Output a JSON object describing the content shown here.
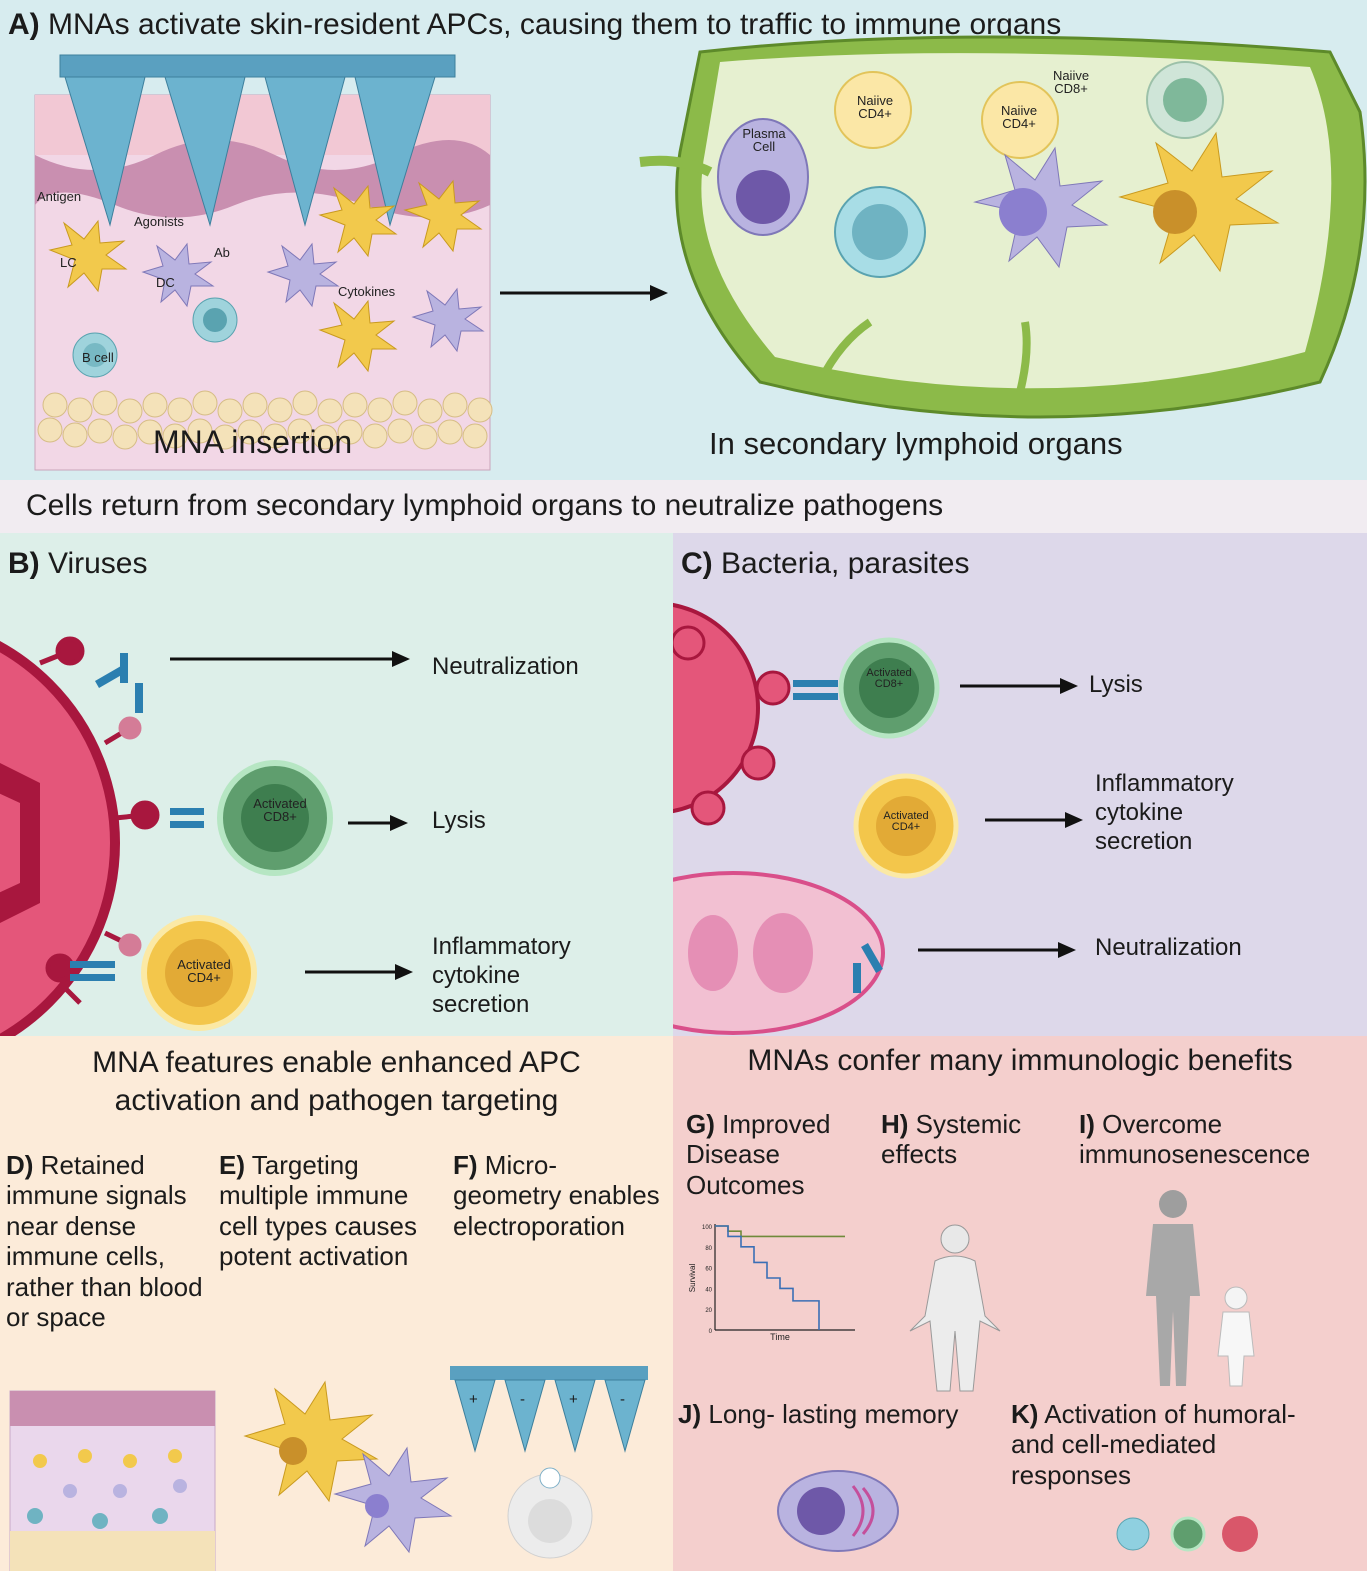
{
  "panel_a": {
    "letter": "A)",
    "title": "MNAs activate skin-resident APCs, causing them to traffic to immune organs",
    "left_caption": "MNA insertion",
    "right_caption": "In secondary lymphoid organs",
    "labels": {
      "antigen": "Antigen",
      "agonists": "Agonists",
      "ab": "Ab",
      "lc": "LC",
      "dc": "DC",
      "b_cell": "B cell",
      "cytokines": "Cytokines",
      "plasma_cell": "Plasma Cell",
      "naive_cd4_a": "Naiive CD4+",
      "naive_cd4_b": "Naiive CD4+",
      "naive_cd8": "Naiive CD8+"
    }
  },
  "return_banner": "Cells return from secondary lymphoid organs to neutralize pathogens",
  "panel_b": {
    "letter": "B)",
    "title": "Viruses",
    "outcomes": [
      "Neutralization",
      "Lysis",
      "Inflammatory cytokine secretion"
    ],
    "cells": {
      "cd8": "Activated CD8+",
      "cd4": "Activated CD4+"
    }
  },
  "panel_c": {
    "letter": "C)",
    "title": "Bacteria, parasites",
    "outcomes": [
      "Lysis",
      "Inflammatory cytokine secretion",
      "Neutralization"
    ],
    "cells": {
      "cd8": "Activated CD8+",
      "cd4": "Activated CD4+"
    }
  },
  "features": {
    "title_line1": "MNA features enable enhanced APC",
    "title_line2": "activation and pathogen targeting",
    "d_letter": "D)",
    "d_text": "Retained immune signals near dense immune cells, rather than blood or space",
    "e_letter": "E)",
    "e_text": "Targeting multiple immune cell types causes potent activation",
    "f_letter": "F)",
    "f_text": "Micro- geometry enables electroporation",
    "charges": [
      "+",
      "-",
      "+",
      "-"
    ]
  },
  "benefits": {
    "title": "MNAs confer many immunologic benefits",
    "g_letter": "G)",
    "g_text": "Improved Disease Outcomes",
    "h_letter": "H)",
    "h_text": "Systemic effects",
    "i_letter": "I)",
    "i_text": "Overcome immunosenescence",
    "j_letter": "J)",
    "j_text": "Long- lasting memory",
    "k_letter": "K)",
    "k_text": "Activation of humoral- and cell-mediated responses"
  },
  "survival_chart": {
    "chart_data": {
      "type": "line",
      "xlabel": "Time",
      "ylabel": "Survival",
      "yticks": [
        "0",
        "20",
        "40",
        "60",
        "80",
        "100"
      ],
      "ylim": [
        0,
        100
      ],
      "series": [
        {
          "color": "#6f8a3a",
          "x": [
            0,
            1,
            2,
            10
          ],
          "y": [
            100,
            95,
            90,
            90
          ]
        },
        {
          "color": "#3a6fb5",
          "x": [
            0,
            1,
            2,
            3,
            4,
            5,
            6,
            7,
            8
          ],
          "y": [
            100,
            90,
            80,
            65,
            50,
            40,
            28,
            28,
            0
          ]
        }
      ]
    }
  },
  "colors": {
    "panel_a_bg": "#d7ecef",
    "banner_bg": "#f1ecf1",
    "panel_b_bg": "#ddefe9",
    "panel_c_bg": "#ddd8ea",
    "features_bg": "#fcebd9",
    "benefits_bg": "#f4cfcd"
  }
}
